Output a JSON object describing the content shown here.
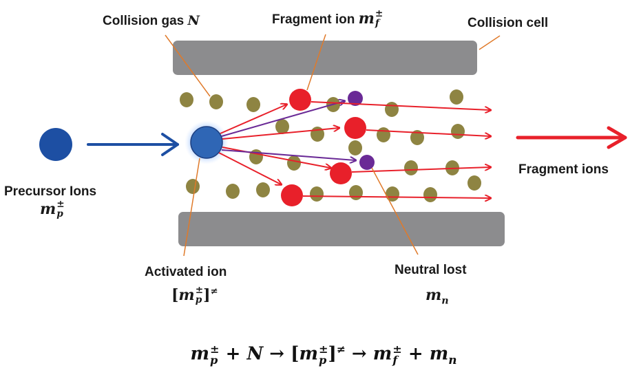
{
  "labels": {
    "collision_gas": "Collision gas",
    "collision_gas_symbol": "N",
    "fragment_ion": "Fragment ion",
    "collision_cell": "Collision cell",
    "precursor_ions": "Precursor Ions",
    "fragment_ions": "Fragment ions",
    "activated_ion": "Activated ion",
    "neutral_lost": "Neutral lost"
  },
  "symbols": {
    "pm": "±",
    "m": "m",
    "p": "p",
    "f": "f",
    "n": "n",
    "N": "N",
    "neq": "≠",
    "lbr": "[",
    "rbr": "]",
    "plus": "+",
    "arrow": "→"
  },
  "colors": {
    "cell_plate": "#8c8c8e",
    "gas_particle": "#8e8442",
    "fragment_ion": "#e8202a",
    "neutral": "#6a2a96",
    "precursor": "#1d4fa3",
    "activated_ion": "#2f66b5",
    "pointer_line": "#e07a2a",
    "blue_arrow": "#1d4fa3",
    "red_arrow": "#e8202a"
  }
}
